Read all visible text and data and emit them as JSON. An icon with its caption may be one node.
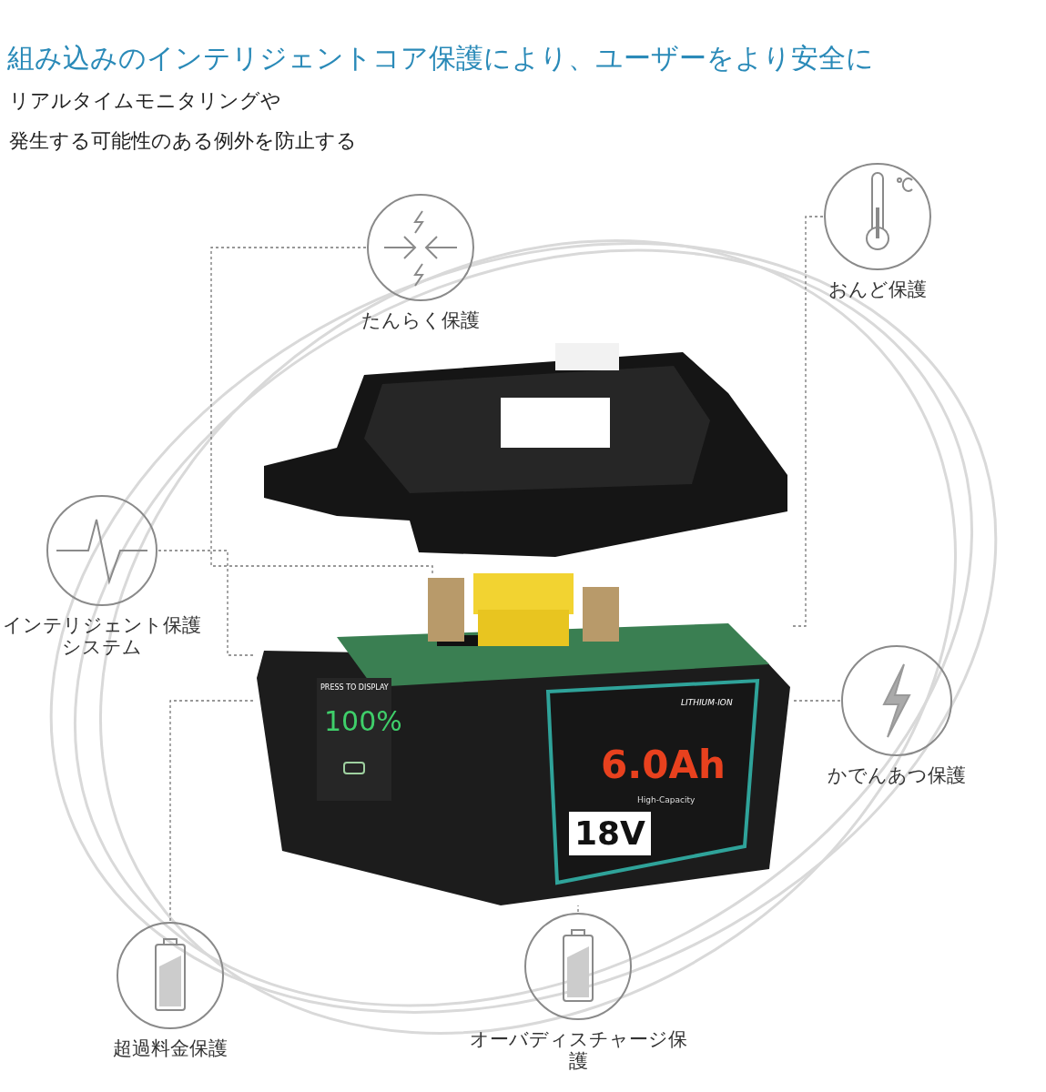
{
  "diagram": {
    "title": "組み込みのインテリジェントコア保護により、ユーザーをより安全に",
    "nodes": [
      {
        "text": [
          "たんらく保護"
        ]
      },
      {
        "text": [
          "おんど保護"
        ]
      },
      {
        "text": [
          "インテリジェント保護システム"
        ]
      },
      {
        "text": [
          "かでんあつ保護"
        ]
      },
      {
        "text": [
          "超過料金保護"
        ]
      },
      {
        "text": [
          "オーバディスチャージ保護"
        ]
      },
      {
        "text": [],
        "shape": "picture"
      }
    ],
    "edges": [
      {
        "from": 0,
        "to": 6,
        "arrow": "none",
        "style": "dashed"
      },
      {
        "from": 1,
        "to": 6,
        "arrow": "none",
        "style": "dashed"
      },
      {
        "from": 2,
        "to": 6,
        "arrow": "none",
        "style": "dashed"
      },
      {
        "from": 3,
        "to": 6,
        "arrow": "none",
        "style": "dashed"
      },
      {
        "from": 4,
        "to": 6,
        "arrow": "none",
        "style": "dashed"
      },
      {
        "from": 5,
        "to": 6,
        "arrow": "none",
        "style": "dashed"
      }
    ],
    "labels": [
      "リアルタイムモニタリングや",
      "発生する可能性のある例外を防止する",
      "PRESS TO DISPLAY",
      "100%",
      "LITHIUM-ION",
      "6.0Ah",
      "High-Capacity",
      "18V"
    ]
  }
}
